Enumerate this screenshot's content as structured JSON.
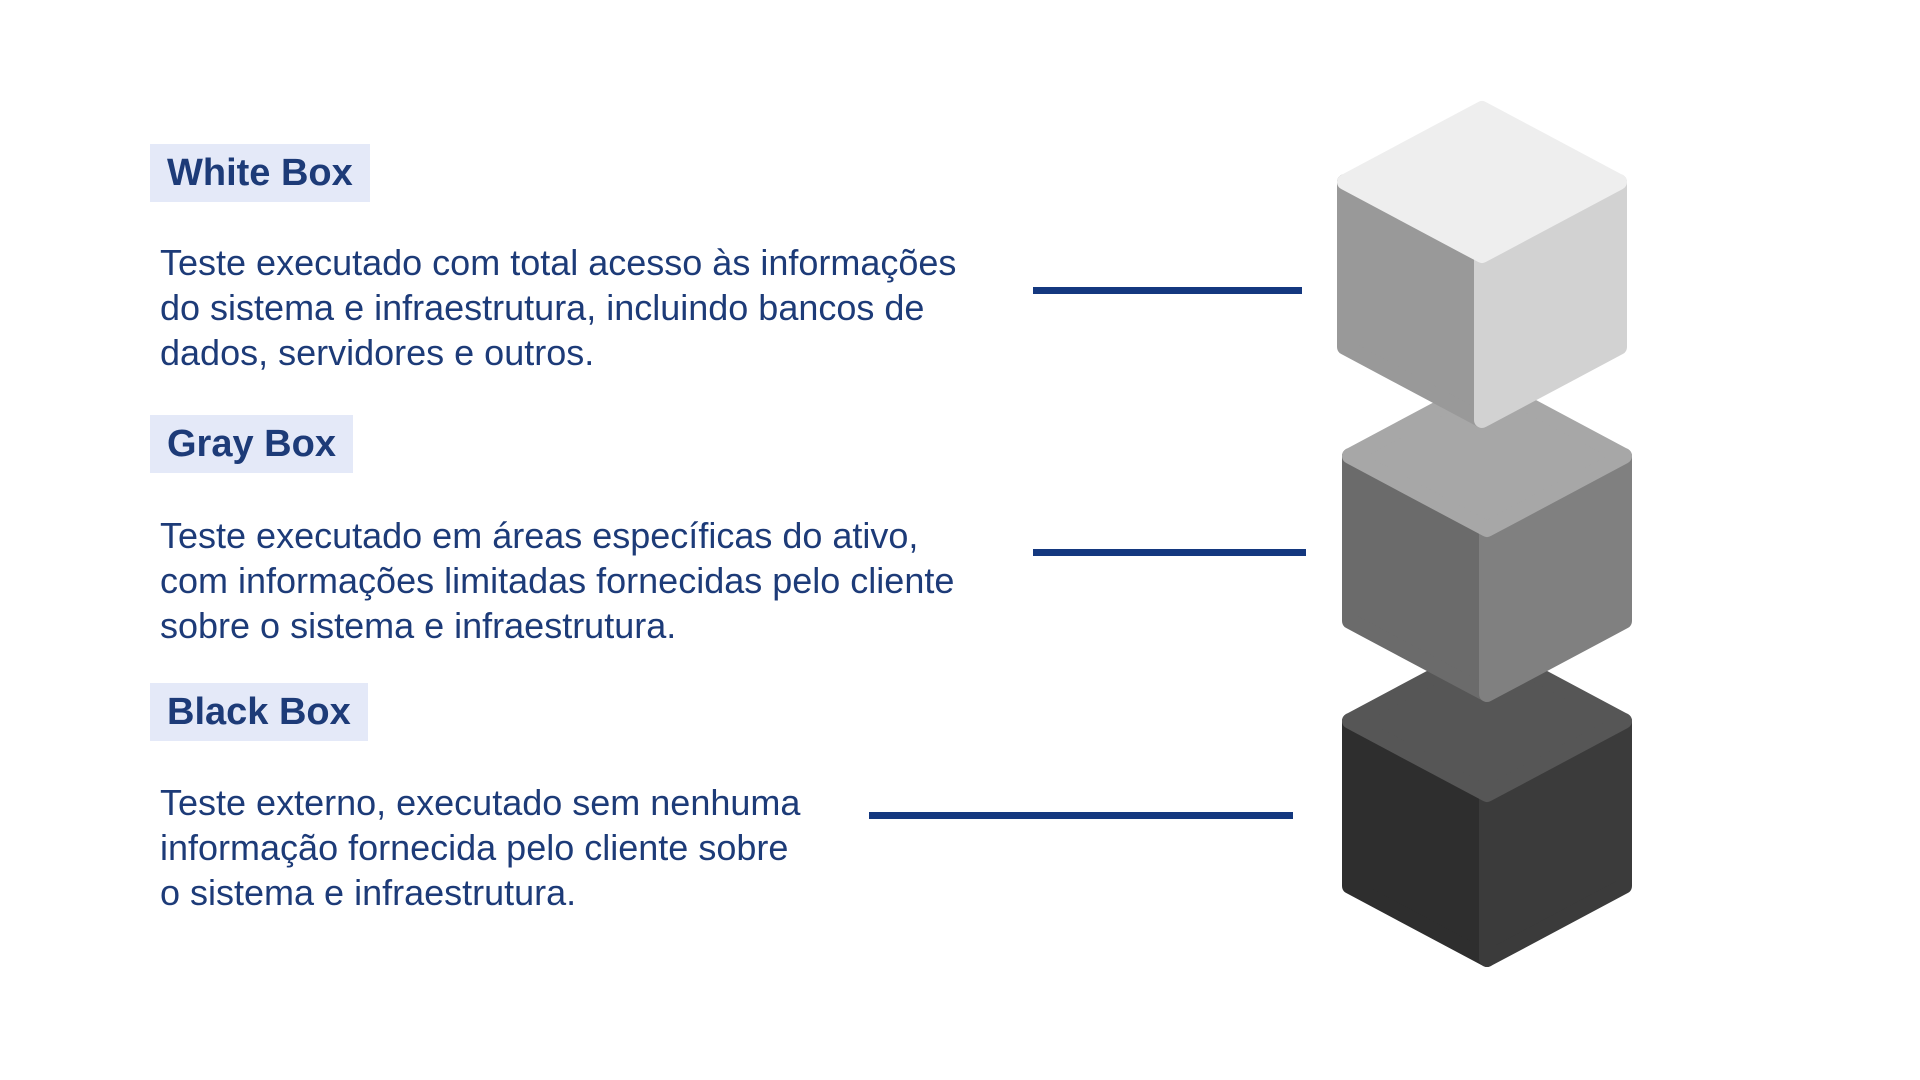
{
  "colors": {
    "background": "#ffffff",
    "text_navy": "#1d3b78",
    "label_highlight_bg": "#e4e9f8",
    "connector_line": "#14387f"
  },
  "sections": [
    {
      "label": "White Box",
      "description_lines": [
        "Teste executado com total acesso às informações",
        "do sistema e infraestrutura, incluindo bancos de",
        "dados, servidores e outros."
      ],
      "cube": {
        "name": "white-cube",
        "faces": {
          "top": "#eeeeee",
          "left": "#999999",
          "right": "#d2d2d2"
        }
      }
    },
    {
      "label": "Gray Box",
      "description_lines": [
        "Teste executado em áreas específicas do ativo,",
        "com informações limitadas fornecidas pelo cliente",
        "sobre o sistema e infraestrutura."
      ],
      "cube": {
        "name": "gray-cube",
        "faces": {
          "top": "#a7a7a7",
          "left": "#6b6b6b",
          "right": "#808080"
        }
      }
    },
    {
      "label": "Black Box",
      "description_lines": [
        "Teste externo, executado sem nenhuma",
        "informação fornecida pelo cliente sobre",
        "o sistema e infraestrutura."
      ],
      "cube": {
        "name": "black-cube",
        "faces": {
          "top": "#565656",
          "left": "#2e2e2e",
          "right": "#3b3b3b"
        }
      }
    }
  ]
}
